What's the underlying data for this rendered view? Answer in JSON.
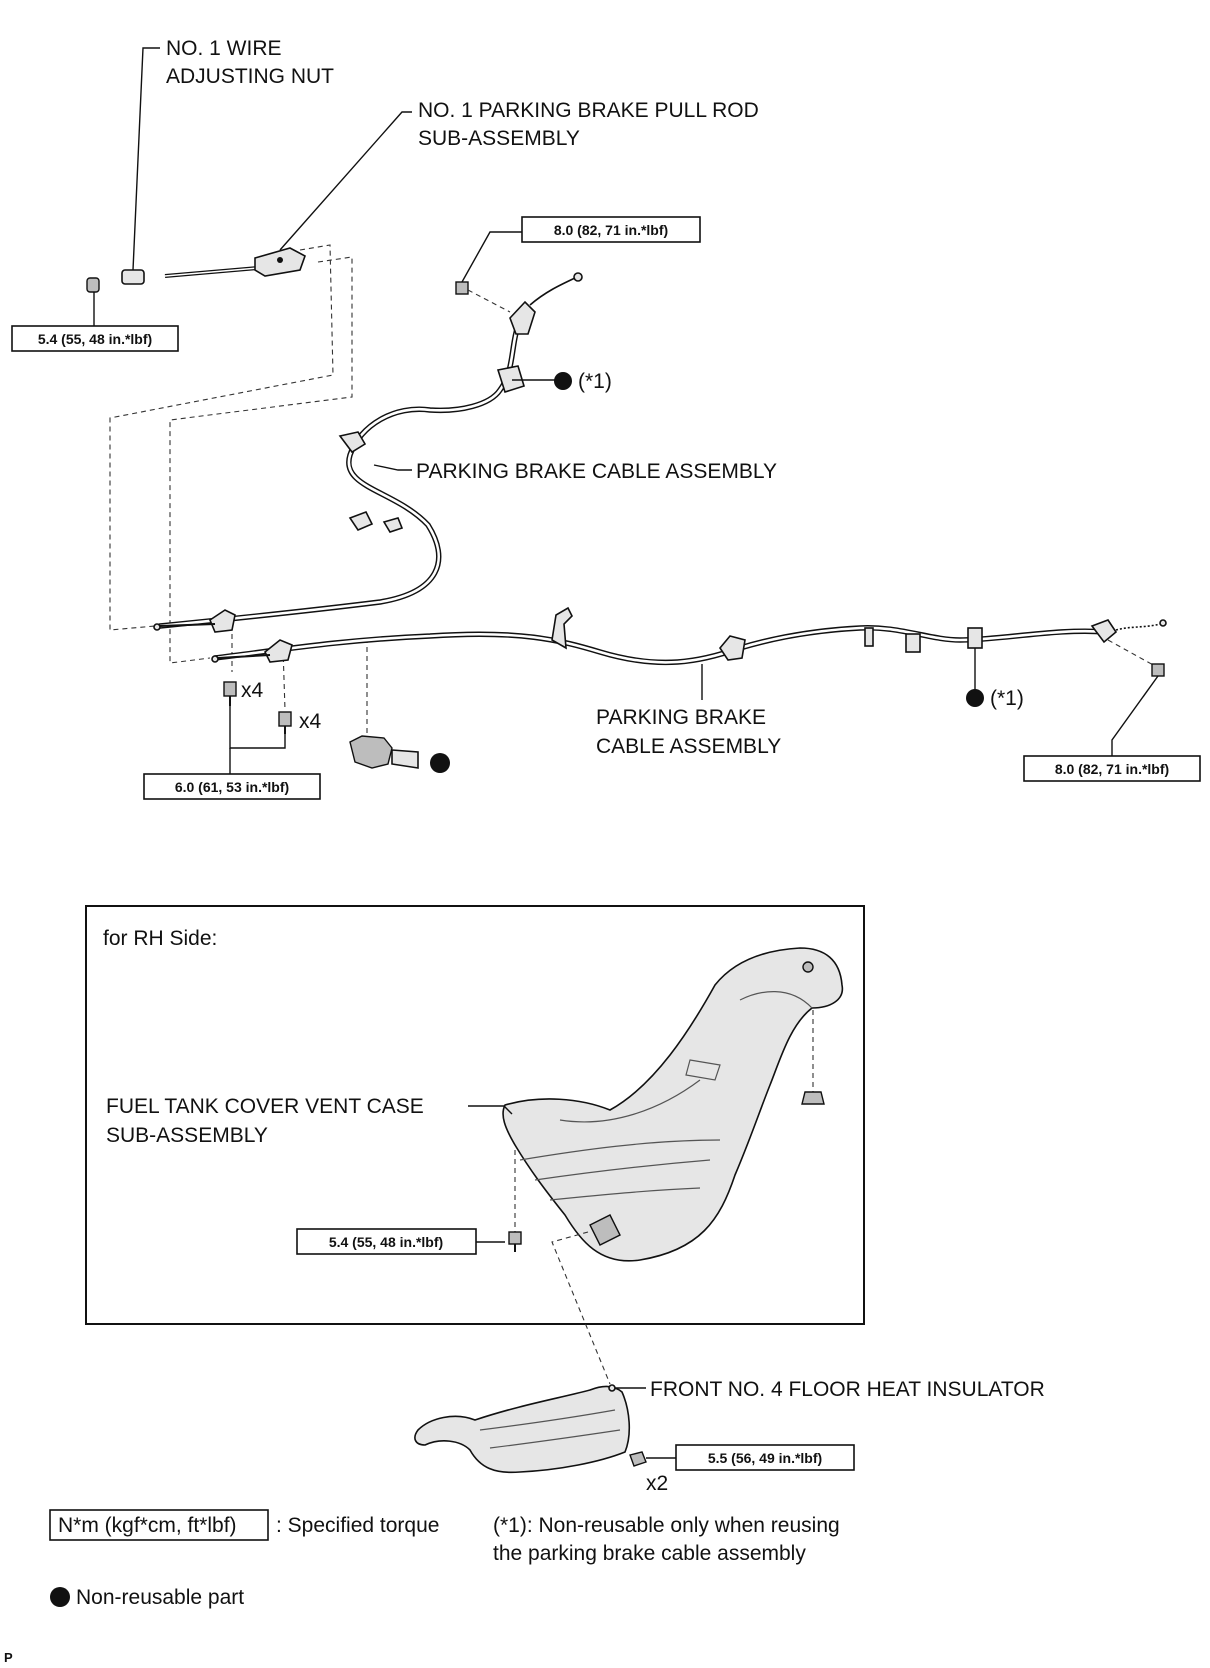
{
  "labels": {
    "wire_adjusting_nut_1": "NO. 1 WIRE",
    "wire_adjusting_nut_2": "ADJUSTING NUT",
    "pull_rod_1": "NO. 1 PARKING BRAKE PULL ROD",
    "pull_rod_2": "SUB-ASSEMBLY",
    "cable_upper": "PARKING BRAKE CABLE ASSEMBLY",
    "cable_lower_1": "PARKING BRAKE",
    "cable_lower_2": "CABLE ASSEMBLY",
    "note_ref_upper": "(*1)",
    "note_ref_lower": "(*1)",
    "qty_bolts_a": "x4",
    "qty_bolts_b": "x4",
    "qty_insulator": "x2",
    "rh_side_title": "for RH Side:",
    "vent_case_1": "FUEL TANK COVER VENT CASE",
    "vent_case_2": "SUB-ASSEMBLY",
    "heat_insulator": "FRONT NO. 4 FLOOR HEAT INSULATOR",
    "page_mark": "P"
  },
  "torques": {
    "adjusting_nut": "5.4 (55, 48 in.*lbf)",
    "cable_bolt_upper": "8.0 (82, 71 in.*lbf)",
    "cable_bolt_right": "8.0 (82, 71 in.*lbf)",
    "cable_bolts_lower": "6.0 (61, 53 in.*lbf)",
    "vent_case_bolt": "5.4 (55, 48 in.*lbf)",
    "heat_insulator_nut": "5.5 (56, 49 in.*lbf)"
  },
  "legend": {
    "torque_unit": "N*m (kgf*cm, ft*lbf)",
    "torque_desc": ": Specified torque",
    "note_1": "(*1): Non-reusable only when reusing",
    "note_2": "the parking brake cable assembly",
    "non_reusable": "Non-reusable part"
  }
}
